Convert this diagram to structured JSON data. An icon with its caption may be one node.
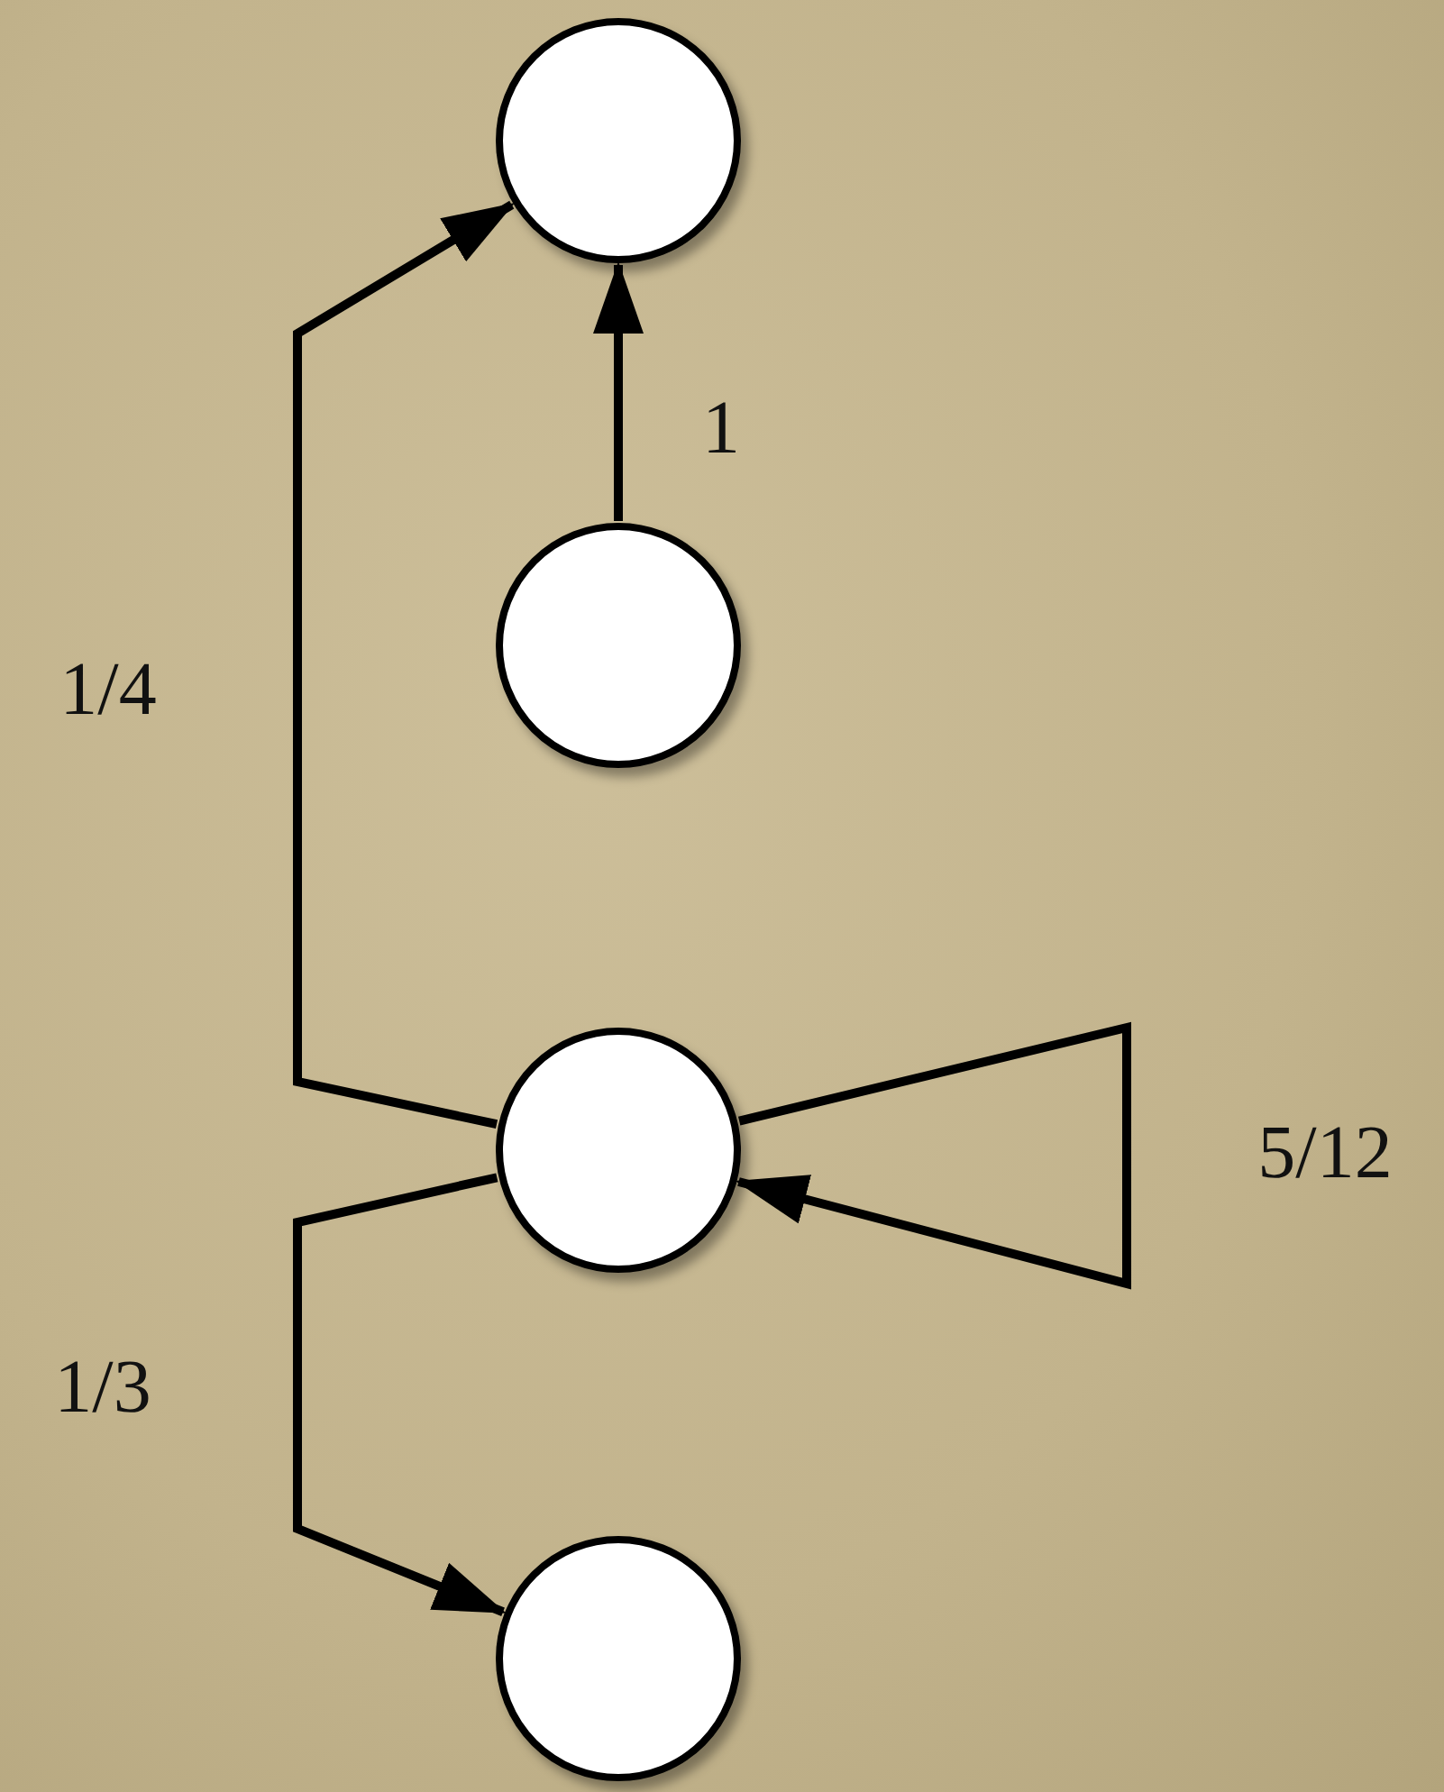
{
  "diagram": {
    "nodes": [
      {
        "text": [],
        "shape": "circle"
      },
      {
        "text": [],
        "shape": "circle"
      },
      {
        "text": [],
        "shape": "circle"
      },
      {
        "text": [],
        "shape": "circle"
      }
    ],
    "edges": [
      {
        "from": 1,
        "to": 0,
        "arrow": "to",
        "label": "1"
      },
      {
        "from": 2,
        "to": 0,
        "arrow": "to",
        "label": "1/4"
      },
      {
        "from": 2,
        "to": 2,
        "arrow": "to",
        "label": "5/12"
      },
      {
        "from": 2,
        "to": 3,
        "arrow": "to",
        "label": "1/3"
      }
    ]
  }
}
